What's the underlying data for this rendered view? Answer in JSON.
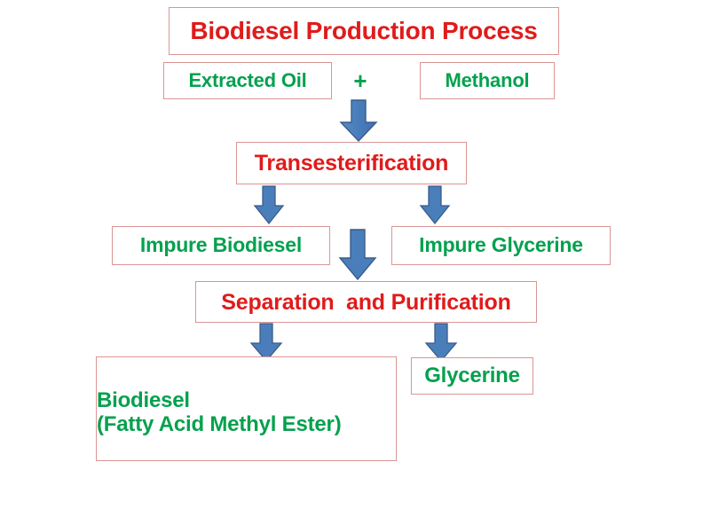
{
  "diagram": {
    "title": "Biodiesel Production Process",
    "colors": {
      "text_red": "#e01b1b",
      "text_green": "#04a14e",
      "box_border": "#d99694",
      "arrow_fill": "#4a7ebb",
      "arrow_stroke": "#385d8a",
      "background": "#ffffff"
    },
    "nodes": {
      "title_box": {
        "label": "Biodiesel Production Process",
        "color": "red"
      },
      "extracted_oil": {
        "label": "Extracted Oil",
        "color": "green"
      },
      "plus_sign": {
        "label": "+",
        "color": "green"
      },
      "methanol": {
        "label": "Methanol",
        "color": "green"
      },
      "transesterification": {
        "label": "Transesterification",
        "color": "red"
      },
      "impure_biodiesel": {
        "label": "Impure Biodiesel",
        "color": "green"
      },
      "impure_glycerine": {
        "label": "Impure Glycerine",
        "color": "green"
      },
      "separation_purification": {
        "label": "Separation  and Purification",
        "color": "red"
      },
      "biodiesel_product_line1": {
        "label": "Biodiesel",
        "color": "green"
      },
      "biodiesel_product_line2": {
        "label": "(Fatty Acid Methyl Ester)",
        "color": "green"
      },
      "glycerine_product": {
        "label": "Glycerine",
        "color": "green"
      }
    },
    "arrows": [
      {
        "name": "arrow-reactants-to-transesterification",
        "direction": "down"
      },
      {
        "name": "arrow-transesterification-to-impure-biodiesel",
        "direction": "down"
      },
      {
        "name": "arrow-transesterification-to-impure-glycerine",
        "direction": "down"
      },
      {
        "name": "arrow-impure-to-separation",
        "direction": "down"
      },
      {
        "name": "arrow-separation-to-biodiesel",
        "direction": "down"
      },
      {
        "name": "arrow-separation-to-glycerine",
        "direction": "down"
      }
    ]
  }
}
